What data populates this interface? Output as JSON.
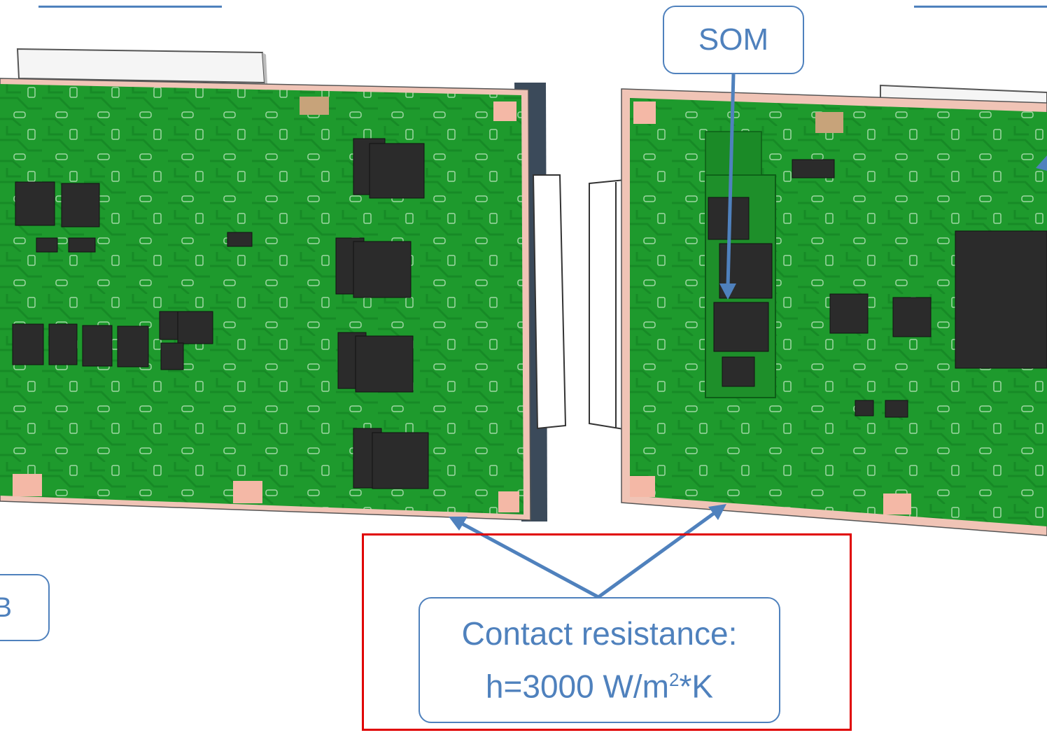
{
  "callouts": {
    "som": "SOM",
    "left_partial": "B",
    "contact_line1": "Contact resistance:",
    "contact_line2_prefix": "h=3000 W/m",
    "contact_sup": "2",
    "contact_line2_suffix": "*K"
  },
  "colors": {
    "callout_blue": "#4f81bd",
    "highlight_red": "#e00000",
    "pcb_green": "#1f9a2e",
    "contact_pad": "#f4b8a6",
    "component": "#2b2b2b"
  }
}
